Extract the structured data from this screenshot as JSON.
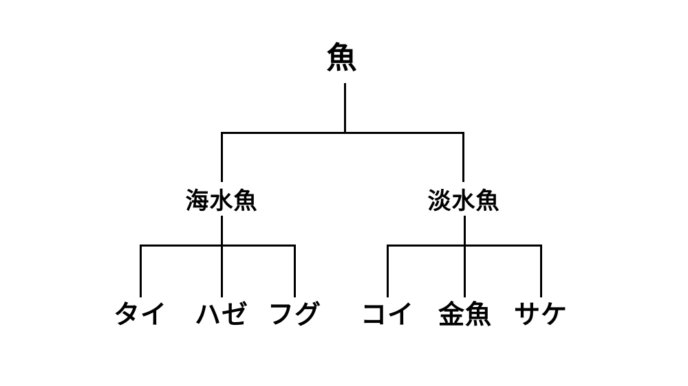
{
  "diagram": {
    "type": "tree",
    "tree": {
      "root": {
        "label": "魚"
      },
      "branches": [
        {
          "label": "海水魚",
          "children": [
            {
              "label": "タイ"
            },
            {
              "label": "ハゼ"
            },
            {
              "label": "フグ"
            }
          ]
        },
        {
          "label": "淡水魚",
          "children": [
            {
              "label": "コイ"
            },
            {
              "label": "金魚"
            },
            {
              "label": "サケ"
            }
          ]
        }
      ]
    },
    "colors": {
      "background": "#ffffff",
      "line": "#000000",
      "text": "#000000"
    }
  }
}
